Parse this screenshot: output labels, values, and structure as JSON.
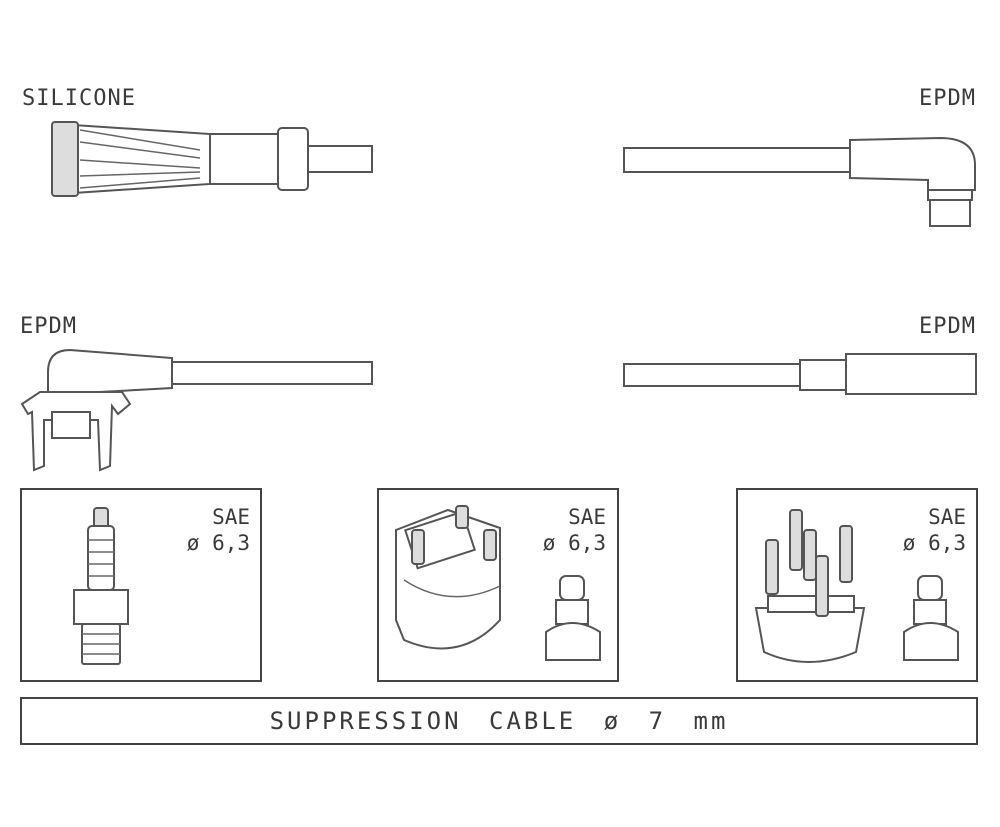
{
  "terminals": {
    "top_left": "SILICONE",
    "top_right": "EPDM",
    "mid_left": "EPDM",
    "mid_right": "EPDM"
  },
  "connectors": [
    {
      "standard": "SAE",
      "diameter": "ø 6,3"
    },
    {
      "standard": "SAE",
      "diameter": "ø 6,3"
    },
    {
      "standard": "SAE",
      "diameter": "ø 6,3"
    }
  ],
  "cable": {
    "label": "SUPPRESSION CABLE  ø  7 mm"
  }
}
